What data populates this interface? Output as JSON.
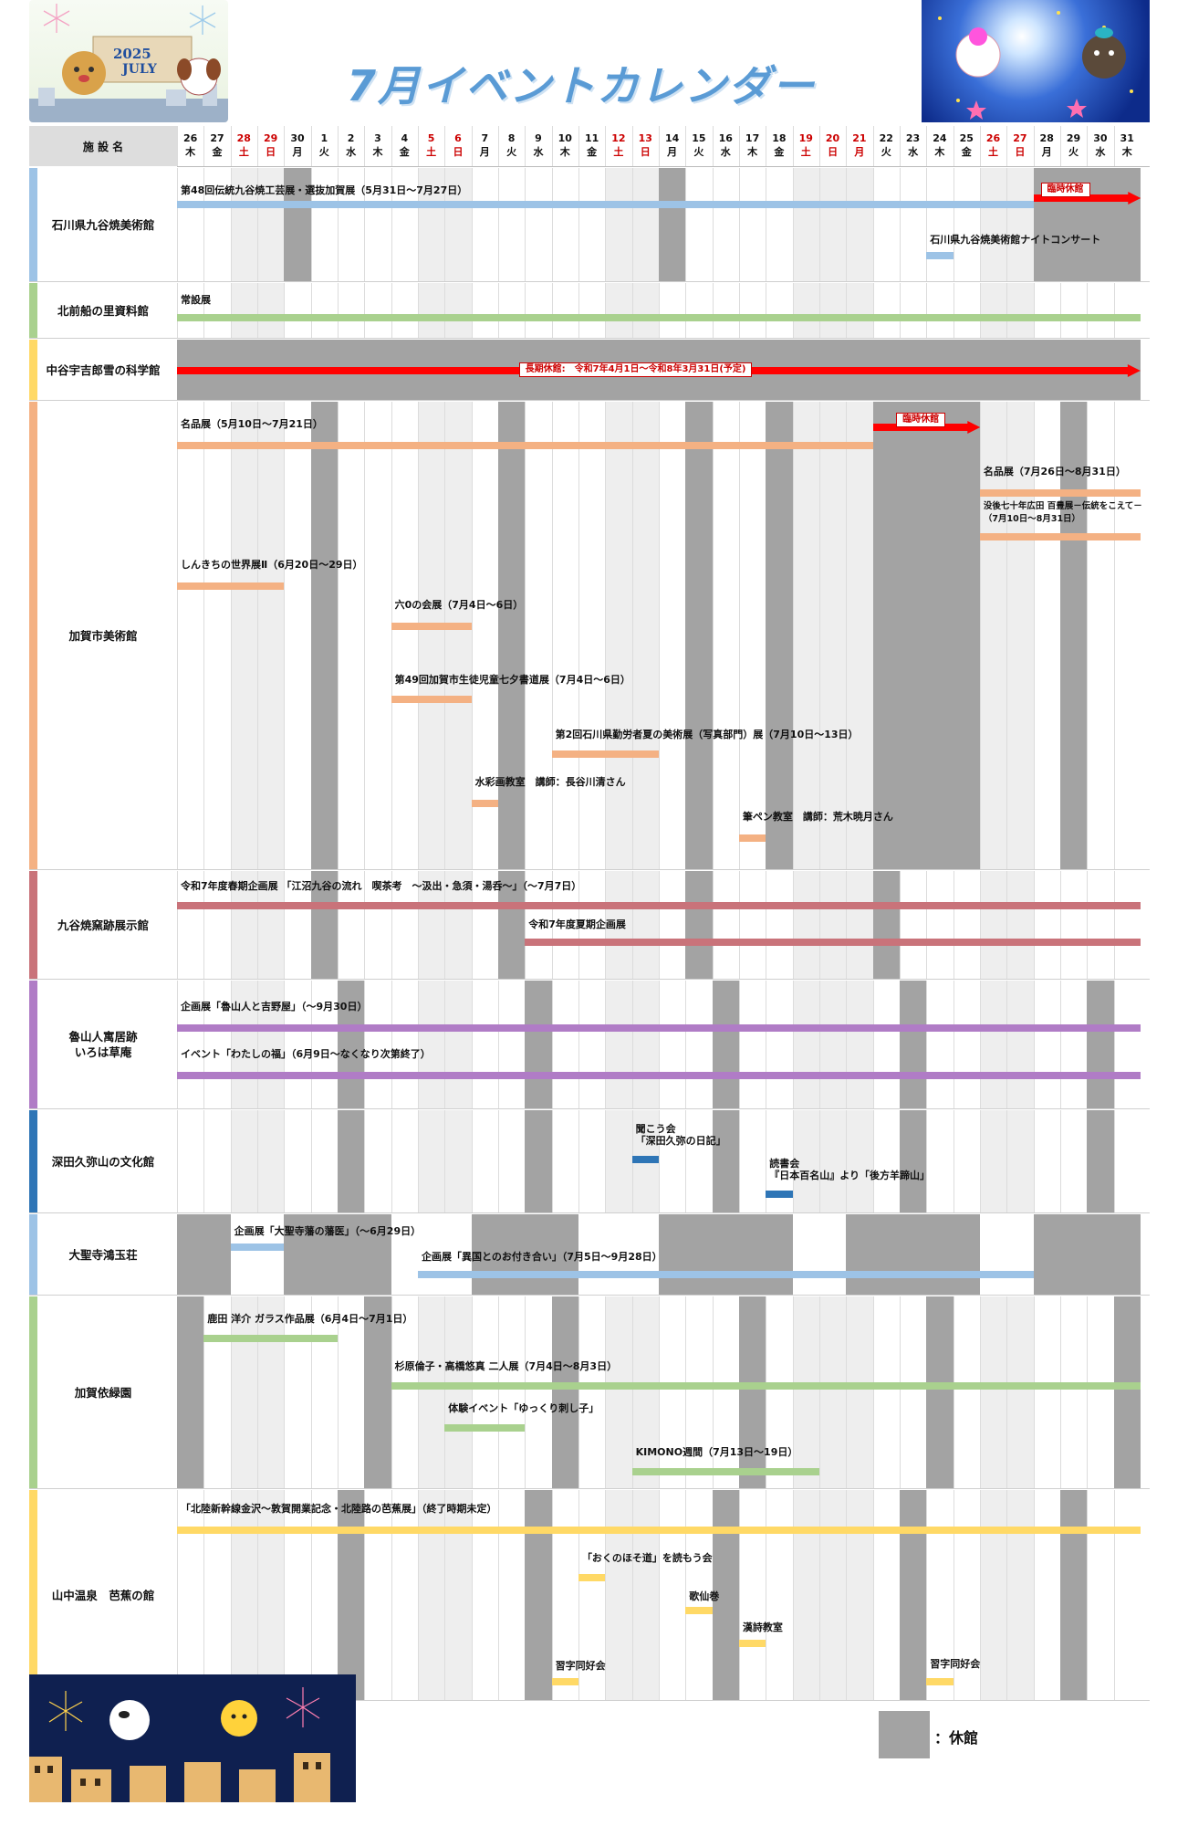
{
  "title": "7月イベントカレンダー",
  "banner_left": {
    "year": "2025",
    "month": "JULY"
  },
  "header_label": "施 設 名",
  "days": [
    {
      "d": "26",
      "w": "木",
      "t": "n"
    },
    {
      "d": "27",
      "w": "金",
      "t": "n"
    },
    {
      "d": "28",
      "w": "土",
      "t": "h"
    },
    {
      "d": "29",
      "w": "日",
      "t": "h"
    },
    {
      "d": "30",
      "w": "月",
      "t": "n"
    },
    {
      "d": "1",
      "w": "火",
      "t": "n"
    },
    {
      "d": "2",
      "w": "水",
      "t": "n"
    },
    {
      "d": "3",
      "w": "木",
      "t": "n"
    },
    {
      "d": "4",
      "w": "金",
      "t": "n"
    },
    {
      "d": "5",
      "w": "土",
      "t": "h"
    },
    {
      "d": "6",
      "w": "日",
      "t": "h"
    },
    {
      "d": "7",
      "w": "月",
      "t": "n"
    },
    {
      "d": "8",
      "w": "火",
      "t": "n"
    },
    {
      "d": "9",
      "w": "水",
      "t": "n"
    },
    {
      "d": "10",
      "w": "木",
      "t": "n"
    },
    {
      "d": "11",
      "w": "金",
      "t": "n"
    },
    {
      "d": "12",
      "w": "土",
      "t": "h"
    },
    {
      "d": "13",
      "w": "日",
      "t": "h"
    },
    {
      "d": "14",
      "w": "月",
      "t": "n"
    },
    {
      "d": "15",
      "w": "火",
      "t": "n"
    },
    {
      "d": "16",
      "w": "水",
      "t": "n"
    },
    {
      "d": "17",
      "w": "木",
      "t": "n"
    },
    {
      "d": "18",
      "w": "金",
      "t": "n"
    },
    {
      "d": "19",
      "w": "土",
      "t": "h"
    },
    {
      "d": "20",
      "w": "日",
      "t": "h"
    },
    {
      "d": "21",
      "w": "月",
      "t": "h"
    },
    {
      "d": "22",
      "w": "火",
      "t": "n"
    },
    {
      "d": "23",
      "w": "水",
      "t": "n"
    },
    {
      "d": "24",
      "w": "木",
      "t": "n"
    },
    {
      "d": "25",
      "w": "金",
      "t": "n"
    },
    {
      "d": "26",
      "w": "土",
      "t": "h"
    },
    {
      "d": "27",
      "w": "日",
      "t": "h"
    },
    {
      "d": "28",
      "w": "月",
      "t": "n"
    },
    {
      "d": "29",
      "w": "火",
      "t": "n"
    },
    {
      "d": "30",
      "w": "水",
      "t": "n"
    },
    {
      "d": "31",
      "w": "木",
      "t": "n"
    }
  ],
  "colors": {
    "holiday": "#cc0000",
    "closed": "#a3a3a3",
    "weekend_bg": "#eeeeee",
    "header_bg": "#dddddd",
    "arrow": "#ff0000"
  },
  "facilities": [
    {
      "name": "石川県九谷焼美術館",
      "color": "#9dc3e6",
      "height": 124,
      "closed": [
        [
          4,
          4
        ],
        [
          18,
          18
        ],
        [
          32,
          35
        ]
      ],
      "events": [
        {
          "label": "第48回伝統九谷焼工芸展・選抜加賀展（5月31日～7月27日）",
          "s": 0,
          "e": 31,
          "bar": 36,
          "lab": 18
        },
        {
          "label": "石川県九谷焼美術館ナイトコンサート",
          "s": 28,
          "e": 28,
          "bar": 92,
          "lab": 72
        }
      ],
      "arrows": [
        {
          "s": 32,
          "e": 35,
          "y": 25
        }
      ],
      "tags": [
        {
          "label": "臨時休館",
          "col": 32,
          "y": 16
        }
      ]
    },
    {
      "name": "北前船の里資料館",
      "color": "#a9d18e",
      "height": 60,
      "closed": [],
      "events": [
        {
          "label": "常設展",
          "s": 0,
          "e": 35,
          "bar": 34,
          "lab": 12
        }
      ]
    },
    {
      "name": "中谷宇吉郎雪の科学館",
      "color": "#ffd966",
      "height": 66,
      "closed": [
        [
          0,
          35
        ]
      ],
      "events": [],
      "arrows": [
        {
          "s": 0,
          "e": 35,
          "y": 26
        }
      ],
      "tags": [
        {
          "label": "長期休館:　令和7年4月1日～令和8年3月31日(予定)",
          "col": 12.5,
          "y": 25
        }
      ]
    },
    {
      "name": "加賀市美術館",
      "color": "#f4b183",
      "height": 512,
      "closed": [
        [
          5,
          5
        ],
        [
          12,
          12
        ],
        [
          19,
          19
        ],
        [
          22,
          22
        ],
        [
          26,
          29
        ],
        [
          33,
          33
        ]
      ],
      "events": [
        {
          "label": "名品展（5月10日～7月21日）",
          "s": 0,
          "e": 25,
          "bar": 44,
          "lab": 18
        },
        {
          "label": "名品展（7月26日～8月31日）",
          "s": 30,
          "e": 35,
          "bar": 96,
          "lab": 70
        },
        {
          "label": "没後七十年広田 百豊展－伝統をこえて－\n（7月10日～8月31日）",
          "s": 30,
          "e": 35,
          "bar": 144,
          "lab": 108,
          "small": true
        },
        {
          "label": "しんきちの世界展Ⅱ（6月20日～29日）",
          "s": 0,
          "e": 3,
          "bar": 198,
          "lab": 172
        },
        {
          "label": "六0の会展（7月4日～6日）",
          "s": 8,
          "e": 10,
          "bar": 242,
          "lab": 216
        },
        {
          "label": "第49回加賀市生徒児童七夕書道展（7月4日～6日）",
          "s": 8,
          "e": 10,
          "bar": 322,
          "lab": 298
        },
        {
          "label": "第2回石川県勤労者夏の美術展（写真部門）展（7月10日～13日）",
          "s": 14,
          "e": 17,
          "bar": 382,
          "lab": 358
        },
        {
          "label": "水彩画教室　講師：長谷川清さん",
          "s": 11,
          "e": 11,
          "bar": 436,
          "lab": 410
        },
        {
          "label": "筆ペン教室　講師：荒木暁月さん",
          "s": 21,
          "e": 21,
          "bar": 474,
          "lab": 448
        }
      ],
      "arrows": [
        {
          "s": 26,
          "e": 29,
          "y": 20
        }
      ],
      "tags": [
        {
          "label": "臨時休館",
          "col": 26.6,
          "y": 12
        }
      ]
    },
    {
      "name": "九谷焼窯跡展示館",
      "color": "#c9737a",
      "height": 118,
      "closed": [
        [
          5,
          5
        ],
        [
          12,
          12
        ],
        [
          19,
          19
        ],
        [
          26,
          26
        ]
      ],
      "events": [
        {
          "label": "令和7年度春期企画展 「江沼九谷の流れ　喫茶考　～汲出・急須・湯呑～」（～7月7日）",
          "s": 0,
          "e": 35,
          "bar": 34,
          "lab": 10
        },
        {
          "label": "令和7年度夏期企画展",
          "s": 13,
          "e": 35,
          "bar": 74,
          "lab": 52
        }
      ]
    },
    {
      "name": "魯山人寓居跡\nいろは草庵",
      "color": "#b07cc6",
      "height": 140,
      "closed": [
        [
          6,
          6
        ],
        [
          13,
          13
        ],
        [
          20,
          20
        ],
        [
          27,
          27
        ],
        [
          34,
          34
        ]
      ],
      "events": [
        {
          "label": "企画展「魯山人と吉野屋」（～9月30日）",
          "s": 0,
          "e": 35,
          "bar": 48,
          "lab": 22
        },
        {
          "label": "イベント「わたしの福」（6月9日～なくなり次第終了）",
          "s": 0,
          "e": 35,
          "bar": 100,
          "lab": 74
        }
      ]
    },
    {
      "name": "深田久弥山の文化館",
      "color": "#2e75b6",
      "height": 112,
      "closed": [
        [
          6,
          6
        ],
        [
          13,
          13
        ],
        [
          20,
          20
        ],
        [
          27,
          27
        ],
        [
          34,
          34
        ]
      ],
      "events": [
        {
          "label": "聞こう会\n「深田久弥の日記」",
          "s": 17,
          "e": 17,
          "bar": 50,
          "lab": 14
        },
        {
          "label": "読書会\n『日本百名山』より「後方羊蹄山」",
          "s": 22,
          "e": 22,
          "bar": 88,
          "lab": 52
        }
      ]
    },
    {
      "name": "大聖寺鴻玉荘",
      "color": "#9dc3e6",
      "height": 88,
      "closed": [
        [
          0,
          1
        ],
        [
          4,
          7
        ],
        [
          11,
          14
        ],
        [
          18,
          22
        ],
        [
          25,
          29
        ],
        [
          32,
          35
        ]
      ],
      "events": [
        {
          "label": "企画展「大聖寺藩の藩医」（～6月29日）",
          "s": 2,
          "e": 3,
          "bar": 32,
          "lab": 12
        },
        {
          "label": "企画展「異国とのお付き合い」（7月5日～9月28日）",
          "s": 9,
          "e": 31,
          "bar": 62,
          "lab": 40
        }
      ],
      "white": [
        [
          2,
          3
        ],
        [
          8,
          10
        ],
        [
          15,
          17
        ],
        [
          23,
          24
        ],
        [
          30,
          31
        ]
      ]
    },
    {
      "name": "加賀依緑園",
      "color": "#a9d18e",
      "height": 210,
      "closed": [
        [
          0,
          0
        ],
        [
          7,
          7
        ],
        [
          14,
          14
        ],
        [
          21,
          21
        ],
        [
          28,
          28
        ],
        [
          35,
          35
        ]
      ],
      "events": [
        {
          "label": "鹿田 洋介 ガラス作品展（6月4日～7月1日）",
          "s": 1,
          "e": 5,
          "bar": 42,
          "lab": 18
        },
        {
          "label": "杉原倫子・高橋悠真 二人展（7月4日～8月3日）",
          "s": 8,
          "e": 35,
          "bar": 94,
          "lab": 70
        },
        {
          "label": "体験イベント「ゆっくり刺し子」",
          "s": 10,
          "e": 12,
          "bar": 140,
          "lab": 116
        },
        {
          "label": "KIMONO週間（7月13日～19日）",
          "s": 17,
          "e": 23,
          "bar": 188,
          "lab": 164
        }
      ]
    },
    {
      "name": "山中温泉　芭蕉の館",
      "color": "#ffd966",
      "height": 230,
      "closed": [
        [
          6,
          6
        ],
        [
          13,
          13
        ],
        [
          20,
          20
        ],
        [
          27,
          27
        ],
        [
          33,
          33
        ]
      ],
      "events": [
        {
          "label": "「北陸新幹線金沢～敦賀開業記念・北陸路の芭蕉展」（終了時期未定）",
          "s": 0,
          "e": 35,
          "bar": 40,
          "lab": 14
        },
        {
          "label": "「おくのほそ道」を読もう会",
          "s": 15,
          "e": 15,
          "bar": 92,
          "lab": 68
        },
        {
          "label": "歌仙巻",
          "s": 19,
          "e": 19,
          "bar": 128,
          "lab": 110
        },
        {
          "label": "漢詩教室",
          "s": 21,
          "e": 21,
          "bar": 164,
          "lab": 144
        },
        {
          "label": "習字同好会",
          "s": 14,
          "e": 14,
          "bar": 206,
          "lab": 186
        },
        {
          "label": "習字同好会",
          "s": 28,
          "e": 28,
          "bar": 206,
          "lab": 184
        }
      ]
    }
  ],
  "legend_label": "：休館"
}
